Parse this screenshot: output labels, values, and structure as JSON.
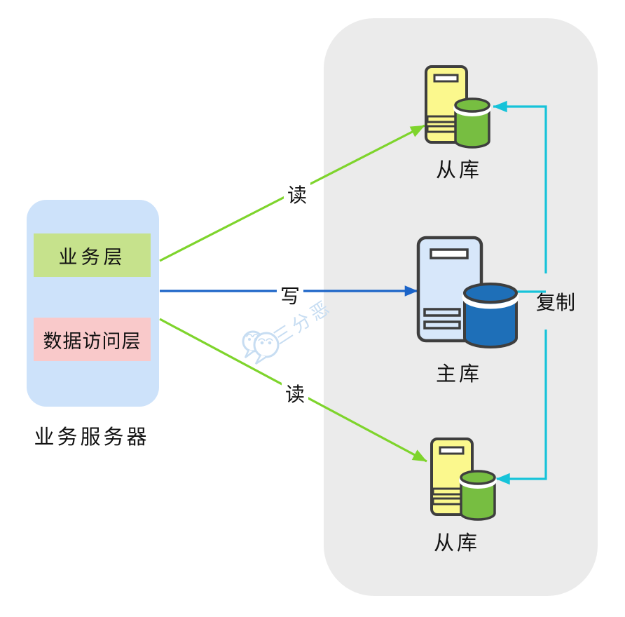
{
  "diagram": {
    "app_server": {
      "label": "业务服务器",
      "layers": [
        {
          "label": "业务层"
        },
        {
          "label": "数据访问层"
        }
      ]
    },
    "nodes": [
      {
        "id": "slave-top",
        "label": "从库",
        "type": "slave-database"
      },
      {
        "id": "master",
        "label": "主库",
        "type": "master-database"
      },
      {
        "id": "slave-bottom",
        "label": "从库",
        "type": "slave-database"
      }
    ],
    "edges": [
      {
        "from": "业务服务器",
        "to": "从库 (top)",
        "label": "读"
      },
      {
        "from": "业务服务器",
        "to": "主库",
        "label": "写"
      },
      {
        "from": "业务服务器",
        "to": "从库 (bottom)",
        "label": "读"
      },
      {
        "from": "主库",
        "to": "从库",
        "label": "复制"
      }
    ],
    "watermark": {
      "text": "三分恶"
    },
    "colors": {
      "panel_bg": "#ebebeb",
      "app_server_bg": "#cde2fa",
      "business_layer_bg": "#c6e28c",
      "data_access_layer_bg": "#f9c9ca",
      "slave_server_fill": "#fbf88d",
      "slave_db_fill": "#77be41",
      "master_server_fill": "#d7e7fa",
      "master_db_fill": "#1e6fb8",
      "outline": "#3e3e3e",
      "read_arrow": "#7ed42c",
      "write_arrow": "#1b64c8",
      "replicate_arrow": "#16c3d9",
      "watermark_color": "#c7ddf2"
    }
  }
}
